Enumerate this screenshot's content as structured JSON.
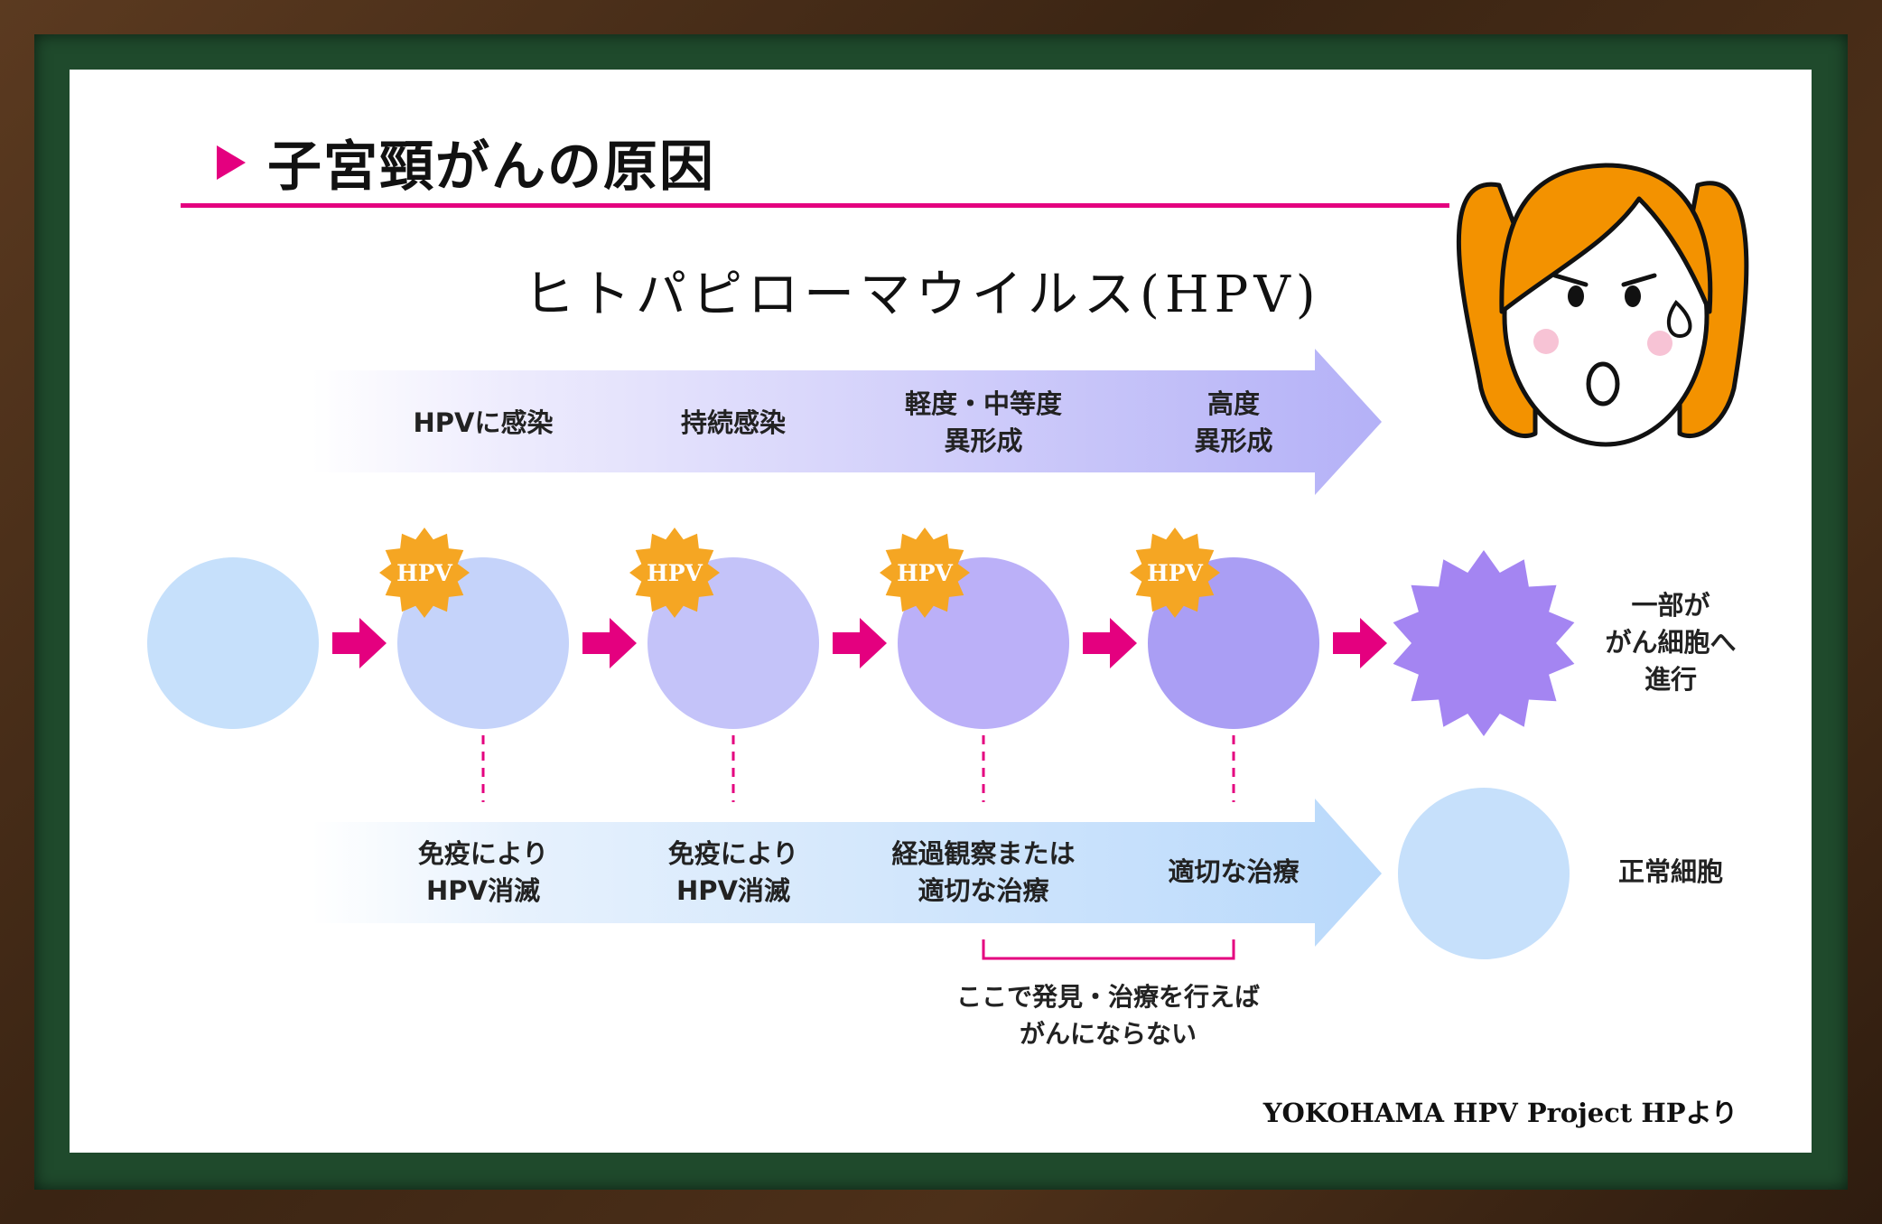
{
  "title": "子宮頸がんの原因",
  "subtitle": "ヒトパピローマウイルス(HPV)",
  "stages": [
    {
      "label": "HPVに感染"
    },
    {
      "label": "持続感染"
    },
    {
      "label": "軽度・中等度\n異形成"
    },
    {
      "label": "高度\n異形成"
    }
  ],
  "hpv_badge": "HPV",
  "cells": [
    {
      "state": "normal",
      "color": "#c6e0fb"
    },
    {
      "state": "infected",
      "color": "#c5d3fa"
    },
    {
      "state": "persistent",
      "color": "#c4c3f9"
    },
    {
      "state": "mild-moderate",
      "color": "#bbb0f8"
    },
    {
      "state": "severe",
      "color": "#aa9ef4"
    },
    {
      "state": "cancer",
      "color": "#a485f2"
    }
  ],
  "outcomes": [
    {
      "label": "免疫により\nHPV消滅"
    },
    {
      "label": "免疫により\nHPV消滅"
    },
    {
      "label": "経過観察または\n適切な治療"
    },
    {
      "label": "適切な治療"
    }
  ],
  "side_labels": {
    "cancer": "一部が\nがん細胞へ\n進行",
    "normal": "正常細胞"
  },
  "bracket_note": "ここで発見・治療を行えば\nがんにならない",
  "source": "YOKOHAMA HPV Project HPより",
  "colors": {
    "accent": "#e4007f",
    "badge": "#f5a623",
    "top_arrow": "#b4b1f7",
    "bottom_arrow": "#b9d9fb",
    "hair": "#f39200"
  }
}
